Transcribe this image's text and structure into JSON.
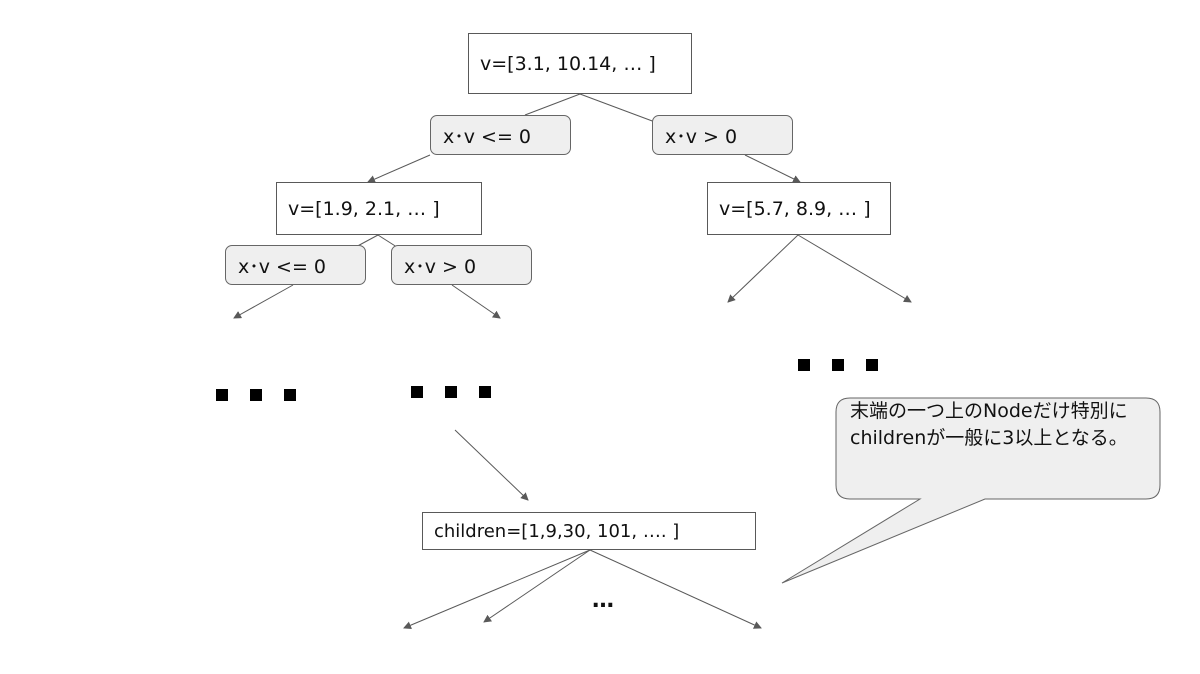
{
  "nodes": {
    "root": "v=[3.1, 10.14, … ]",
    "left": "v=[1.9, 2.1, … ]",
    "right": "v=[5.7, 8.9, … ]",
    "leaf": "children=[1,9,30, 101, …. ]"
  },
  "conditions": {
    "root_left": "x･v <= 0",
    "root_right": "x･v > 0",
    "left_left": "x･v <= 0",
    "left_right": "x･v > 0"
  },
  "leaf_ellipsis": "…",
  "callout": {
    "text": "末端の一つ上のNodeだけ特別にchildrenが一般に3以上となる。"
  },
  "colors": {
    "box_border": "#595959",
    "cond_fill": "#efefef",
    "callout_fill": "#efefef",
    "edge": "#595959"
  }
}
